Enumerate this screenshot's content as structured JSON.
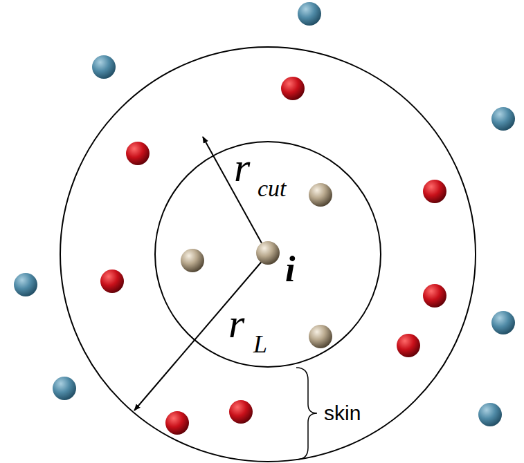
{
  "diagram": {
    "labels": [
      "r",
      "cut",
      "i",
      "r",
      "L",
      "skin"
    ]
  }
}
